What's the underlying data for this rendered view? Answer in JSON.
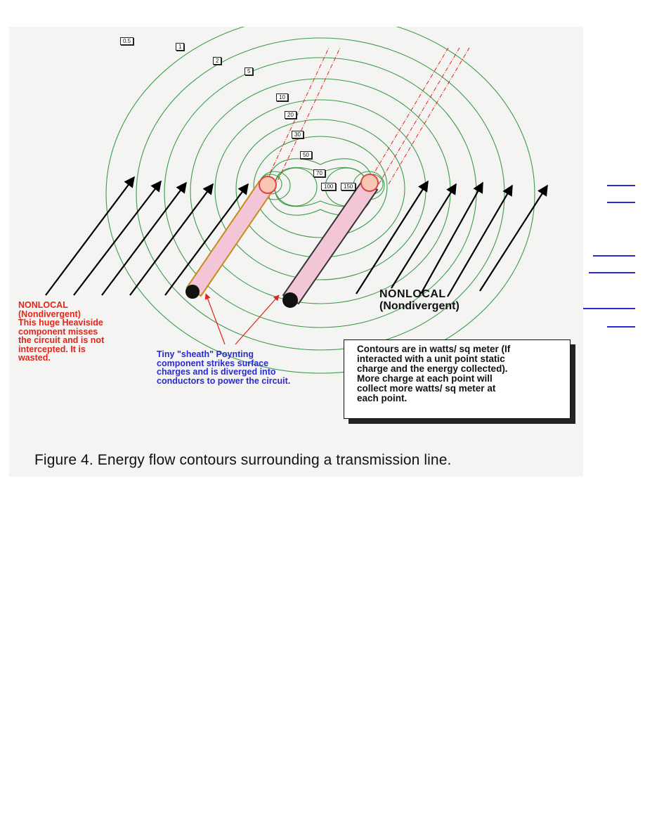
{
  "figure": {
    "contour_labels": [
      {
        "id": "c05",
        "text": "0.5"
      },
      {
        "id": "c1",
        "text": "1"
      },
      {
        "id": "c2",
        "text": "2"
      },
      {
        "id": "c5",
        "text": "5"
      },
      {
        "id": "c10",
        "text": "10"
      },
      {
        "id": "c20",
        "text": "20"
      },
      {
        "id": "c30",
        "text": "30"
      },
      {
        "id": "c50",
        "text": "50"
      },
      {
        "id": "c70",
        "text": "70"
      },
      {
        "id": "c100",
        "text": "100"
      },
      {
        "id": "c150",
        "text": "150"
      }
    ],
    "left_note": {
      "title": "NONLOCAL",
      "subtitle": "(Nondivergent)",
      "lines": [
        "This huge Heaviside",
        "component misses",
        "the circuit and is not",
        "intercepted.  It is",
        "wasted."
      ]
    },
    "right_note": {
      "title": "NONLOCAL",
      "subtitle": "(Nondivergent)"
    },
    "sheath_note": {
      "lines": [
        "Tiny \"sheath\" Poynting",
        "component strikes surface",
        "charges and is diverged into",
        "conductors to power the circuit."
      ]
    },
    "info_box": {
      "lines": [
        "Contours are in watts/ sq meter (If",
        "interacted with a unit point static",
        "charge and the energy collected).",
        "More charge at each point will",
        "collect more watts/ sq meter at",
        "each point."
      ]
    },
    "caption": "Figure 4.  Energy flow contours surrounding a transmission line."
  },
  "colors": {
    "contour": "#3e9a4a",
    "arrow": "#000000",
    "wire_fill": "#f2c6d6",
    "wire_end": "#f7c7b4",
    "red_text": "#e3241b",
    "blue_text": "#2a2ad2",
    "link": "#2a2ad8"
  }
}
